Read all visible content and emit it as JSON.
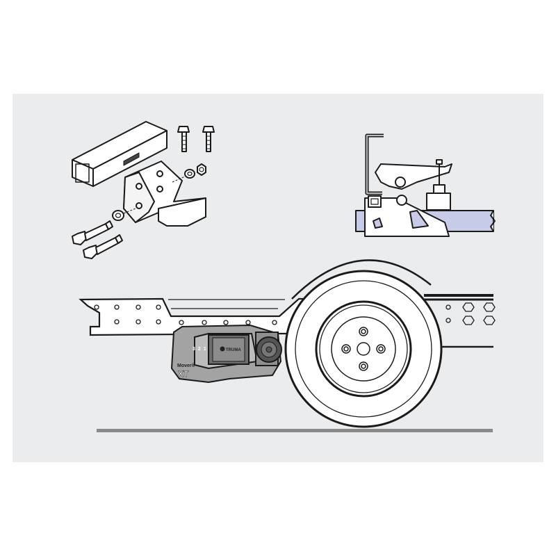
{
  "figure": {
    "background_color": "#ebecee",
    "panels": [
      {
        "id": "bracket-exploded-view",
        "description": "Exploded view of mounting bracket with square tube, bolts, washers and nut"
      },
      {
        "id": "clamp-side-view",
        "description": "Side view of clamp bracket on chassis rail"
      },
      {
        "id": "chassis-mover-view",
        "description": "Caravan chassis with mover unit mounted in front of wheel"
      }
    ],
    "colors": {
      "line": "#1a1a1a",
      "part_fill": "#ffffff",
      "rail_fill": "#c8cbe8",
      "mover_dark": "#6e6e6e",
      "mover_mid": "#9a9a9a",
      "mover_light": "#c4c4c4",
      "ground": "#8a8a8a"
    }
  },
  "mover": {
    "brand_label": "TRUMA",
    "model_label": "Mover®",
    "model_suffix": "XT",
    "position_markers": [
      "3",
      "2",
      "1"
    ]
  }
}
